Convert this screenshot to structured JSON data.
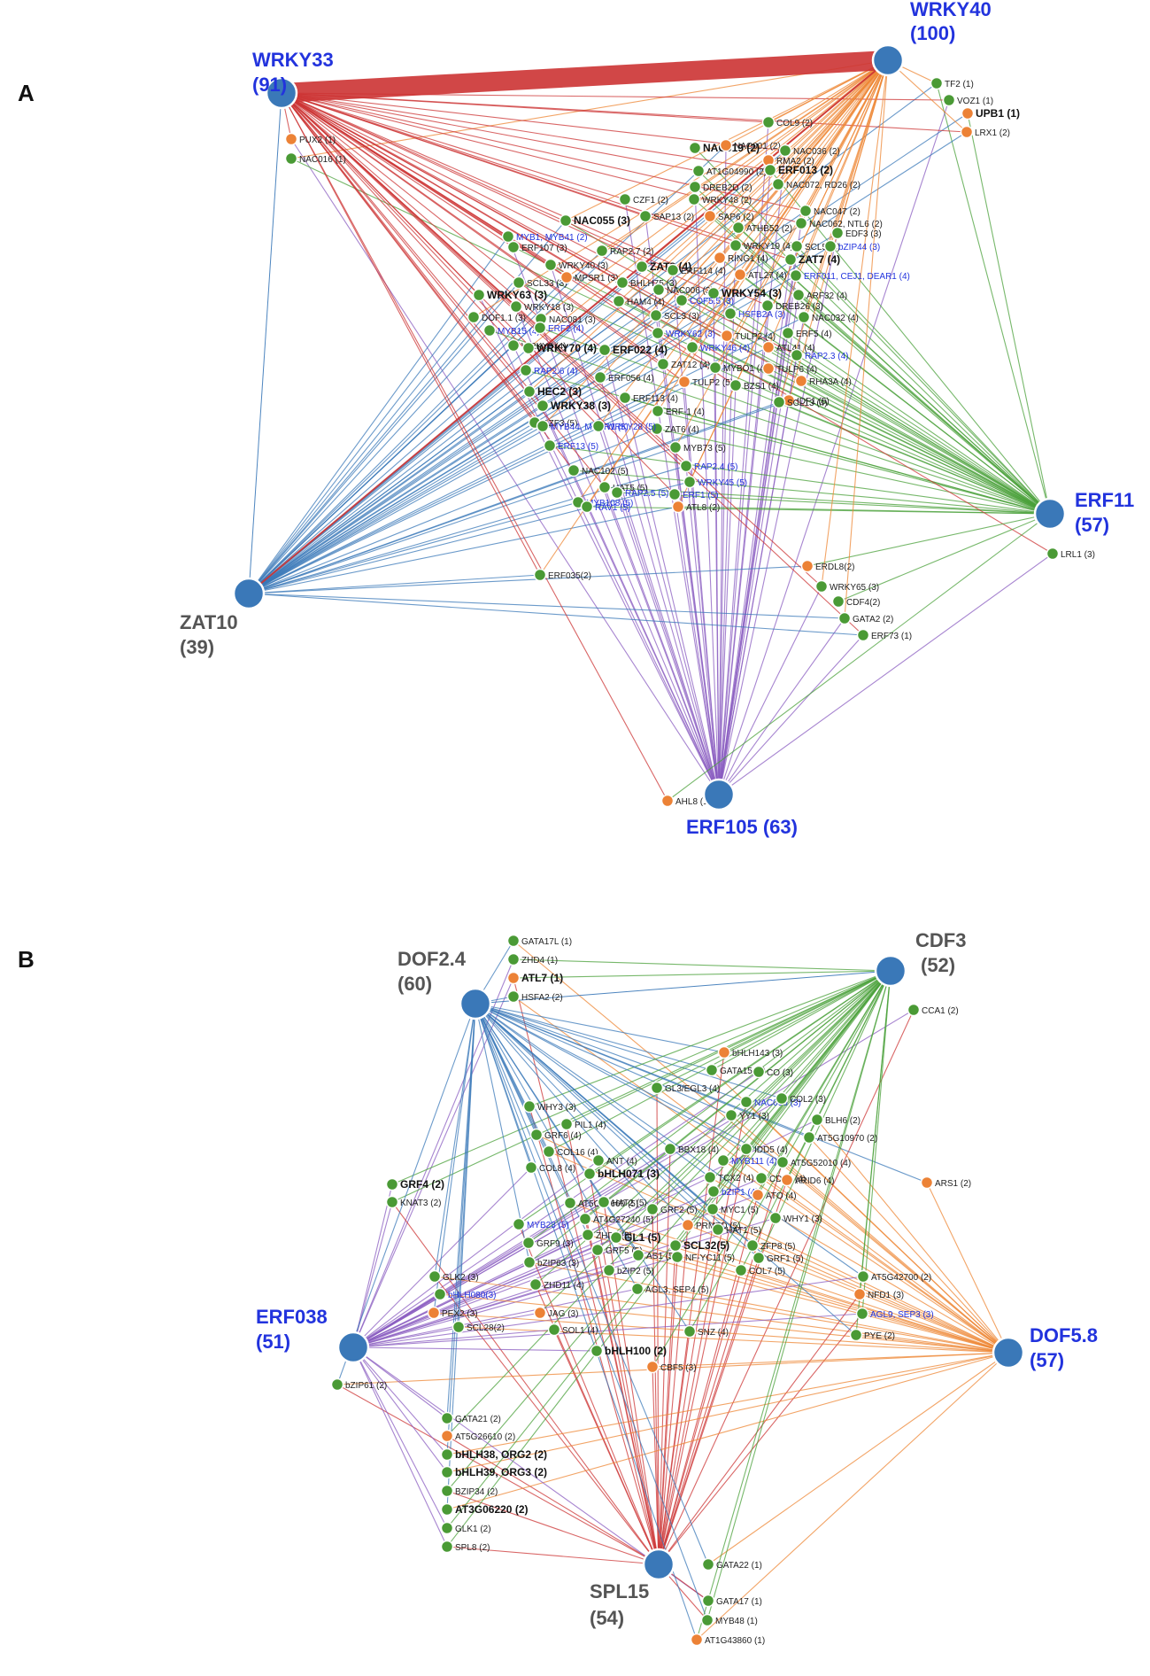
{
  "colors": {
    "hub": "#3a78b8",
    "target_green": "#4a9a35",
    "target_orange": "#ec8236",
    "label_blue": "#2233dd",
    "label_gray": "#555555",
    "edge_red": "#cc3333",
    "edge_blue": "#3a78b8",
    "edge_green": "#4aa03a",
    "edge_orange": "#ee8533",
    "edge_purple": "#8a5cc0"
  },
  "panels": [
    {
      "letter": "A",
      "hubs": [
        {
          "name": "WRKY33",
          "count": "(91)",
          "label_color": "blue",
          "edge": "red"
        },
        {
          "name": "WRKY40",
          "count": "(100)",
          "label_color": "blue",
          "edge": "orange"
        },
        {
          "name": "ERF11",
          "count": "(57)",
          "label_color": "blue",
          "edge": "green"
        },
        {
          "name": "ERF105 (63)",
          "count": "",
          "label_color": "blue",
          "edge": "purple"
        },
        {
          "name": "ZAT10",
          "count": "(39)",
          "label_color": "gray",
          "edge": "blue"
        }
      ],
      "targets": [
        {
          "label": "PUX2 (1)",
          "color": "orange"
        },
        {
          "label": "NAC016 (1)",
          "color": "green"
        },
        {
          "label": "TF2 (1)",
          "color": "green"
        },
        {
          "label": "VOZ1 (1)",
          "color": "green"
        },
        {
          "label": "UPB1 (1)",
          "color": "orange",
          "style": "bold"
        },
        {
          "label": "LRX1 (2)",
          "color": "orange"
        },
        {
          "label": "COL9 (2)",
          "color": "green"
        },
        {
          "label": "NAC019 (2)",
          "color": "green",
          "style": "bold"
        },
        {
          "label": "NAC001 (2)",
          "color": "orange"
        },
        {
          "label": "NAC036 (2)",
          "color": "green"
        },
        {
          "label": "AT1G04990 (2)",
          "color": "green"
        },
        {
          "label": "RMA2 (2)",
          "color": "orange"
        },
        {
          "label": "ERF013 (2)",
          "color": "green",
          "style": "bold"
        },
        {
          "label": "DREB2D (2)",
          "color": "green"
        },
        {
          "label": "NAC072, RD26 (2)",
          "color": "green"
        },
        {
          "label": "CZF1 (2)",
          "color": "green"
        },
        {
          "label": "WRKY48 (2)",
          "color": "green"
        },
        {
          "label": "NAC055 (3)",
          "color": "green",
          "style": "bold"
        },
        {
          "label": "SAP13 (2)",
          "color": "green"
        },
        {
          "label": "SAP6 (2)",
          "color": "orange"
        },
        {
          "label": "NAC047 (2)",
          "color": "green"
        },
        {
          "label": "NAC062, NTL6 (2)",
          "color": "green"
        },
        {
          "label": "ATHB52 (2)",
          "color": "green"
        },
        {
          "label": "EDF3 (3)",
          "color": "green"
        },
        {
          "label": "MYB1, MYB41 (2)",
          "color": "green",
          "style": "blue"
        },
        {
          "label": "ERF107 (3)",
          "color": "green"
        },
        {
          "label": "RAP2.7 (2)",
          "color": "green"
        },
        {
          "label": "WRKY19 (4)",
          "color": "green"
        },
        {
          "label": "SCL5 (4)",
          "color": "green"
        },
        {
          "label": "bZIP44 (3)",
          "color": "green",
          "style": "blue"
        },
        {
          "label": "WRKY40 (3)",
          "color": "green"
        },
        {
          "label": "ZAT8 (4)",
          "color": "green",
          "style": "bold"
        },
        {
          "label": "RING1 (4)",
          "color": "orange"
        },
        {
          "label": "ZAT7 (4)",
          "color": "green",
          "style": "bold"
        },
        {
          "label": "SCL33 (3)",
          "color": "green"
        },
        {
          "label": "MPSR1 (3)",
          "color": "orange"
        },
        {
          "label": "ERF114 (4)",
          "color": "green"
        },
        {
          "label": "ATL27 (4)",
          "color": "orange"
        },
        {
          "label": "ERF011, CEJ1, DEAR1 (4)",
          "color": "green",
          "style": "blue"
        },
        {
          "label": "WRKY63 (3)",
          "color": "green",
          "style": "bold"
        },
        {
          "label": "BHLH75 (3)",
          "color": "green"
        },
        {
          "label": "NAC006 (3)",
          "color": "green"
        },
        {
          "label": "WRKY54 (3)",
          "color": "green",
          "style": "bold"
        },
        {
          "label": "ARF32 (4)",
          "color": "green"
        },
        {
          "label": "DOF1.1 (3)",
          "color": "green"
        },
        {
          "label": "WRKY18 (3)",
          "color": "green"
        },
        {
          "label": "HAM4 (4)",
          "color": "green"
        },
        {
          "label": "COF5.5 (3)",
          "color": "green",
          "style": "blue"
        },
        {
          "label": "DREB26 (3)",
          "color": "green"
        },
        {
          "label": "MYB15 (4)",
          "color": "green",
          "style": "blue"
        },
        {
          "label": "NAC081 (3)",
          "color": "green"
        },
        {
          "label": "SCL3 (3)",
          "color": "green"
        },
        {
          "label": "HSFB2A (3)",
          "color": "green",
          "style": "blue"
        },
        {
          "label": "NAC032 (4)",
          "color": "green"
        },
        {
          "label": "WRKY8 (4)",
          "color": "green"
        },
        {
          "label": "ERF2 (4)",
          "color": "green",
          "style": "blue"
        },
        {
          "label": "WRKY62 (3)",
          "color": "green",
          "style": "blue"
        },
        {
          "label": "TULP2 (4)",
          "color": "orange"
        },
        {
          "label": "ERF5 (4)",
          "color": "green"
        },
        {
          "label": "WRKY70 (4)",
          "color": "green",
          "style": "bold"
        },
        {
          "label": "ERF022 (4)",
          "color": "green",
          "style": "bold"
        },
        {
          "label": "WRKY46 (4)",
          "color": "green",
          "style": "blue"
        },
        {
          "label": "ATL41 (4)",
          "color": "orange"
        },
        {
          "label": "RAP2.3 (4)",
          "color": "green",
          "style": "blue"
        },
        {
          "label": "RAP2.6 (4)",
          "color": "green",
          "style": "blue"
        },
        {
          "label": "ZAT12 (4)",
          "color": "green"
        },
        {
          "label": "MYBO1 (4)",
          "color": "green"
        },
        {
          "label": "TULP6 (4)",
          "color": "orange"
        },
        {
          "label": "ERF056 (4)",
          "color": "green"
        },
        {
          "label": "TULP2 (5)",
          "color": "orange"
        },
        {
          "label": "RHA3A (4)",
          "color": "orange"
        },
        {
          "label": "HEC2 (3)",
          "color": "green",
          "style": "bold"
        },
        {
          "label": "BZS1 (4)",
          "color": "green"
        },
        {
          "label": "ERF113 (4)",
          "color": "green"
        },
        {
          "label": "IDF1 (5)",
          "color": "orange"
        },
        {
          "label": "WRKY38 (3)",
          "color": "green",
          "style": "bold"
        },
        {
          "label": "ERF-1 (4)",
          "color": "green"
        },
        {
          "label": "SCL13 (4)",
          "color": "green"
        },
        {
          "label": "AZF3 (5)",
          "color": "green"
        },
        {
          "label": "ZAT6 (4)",
          "color": "green"
        },
        {
          "label": "MYB44, MYBR1 (5)",
          "color": "green",
          "style": "blue"
        },
        {
          "label": "WRKY28 (5)",
          "color": "green",
          "style": "blue"
        },
        {
          "label": "ERF13 (5)",
          "color": "green",
          "style": "blue"
        },
        {
          "label": "MYB73 (5)",
          "color": "green"
        },
        {
          "label": "RAP2.4 (5)",
          "color": "green",
          "style": "blue"
        },
        {
          "label": "NAC102 (5)",
          "color": "green"
        },
        {
          "label": "WRKY45 (5)",
          "color": "green",
          "style": "blue"
        },
        {
          "label": "HAT5 (5)",
          "color": "green"
        },
        {
          "label": "RAP2.5 (5)",
          "color": "green",
          "style": "blue"
        },
        {
          "label": "MYB108 (5)",
          "color": "green",
          "style": "blue"
        },
        {
          "label": "ERF1 (5)",
          "color": "green",
          "style": "blue"
        },
        {
          "label": "RAV1 (5)",
          "color": "green",
          "style": "blue"
        },
        {
          "label": "ATL8 (2)",
          "color": "orange"
        },
        {
          "label": "LRL1 (3)",
          "color": "green"
        },
        {
          "label": "ERDL8(2)",
          "color": "orange"
        },
        {
          "label": "ERF035(2)",
          "color": "green"
        },
        {
          "label": "WRKY65 (3)",
          "color": "green"
        },
        {
          "label": "CDF4(2)",
          "color": "green"
        },
        {
          "label": "GATA2 (2)",
          "color": "green"
        },
        {
          "label": "ERF73 (1)",
          "color": "green"
        },
        {
          "label": "AHL8 (1)",
          "color": "orange"
        }
      ]
    },
    {
      "letter": "B",
      "hubs": [
        {
          "name": "DOF2.4",
          "count": "(60)",
          "label_color": "gray",
          "edge": "blue"
        },
        {
          "name": "CDF3",
          "count": "(52)",
          "label_color": "gray",
          "edge": "green"
        },
        {
          "name": "ERF038",
          "count": "(51)",
          "label_color": "blue",
          "edge": "purple"
        },
        {
          "name": "DOF5.8",
          "count": "(57)",
          "label_color": "blue",
          "edge": "orange"
        },
        {
          "name": "SPL15",
          "count": "(54)",
          "label_color": "gray",
          "edge": "red"
        }
      ],
      "targets": [
        {
          "label": "GATA17L (1)",
          "color": "green"
        },
        {
          "label": "ZHD4 (1)",
          "color": "green"
        },
        {
          "label": "ATL7 (1)",
          "color": "orange",
          "style": "bold"
        },
        {
          "label": "HSFA2 (2)",
          "color": "green"
        },
        {
          "label": "CCA1 (2)",
          "color": "green"
        },
        {
          "label": "bHLH143 (3)",
          "color": "orange"
        },
        {
          "label": "GATA15 (3)",
          "color": "green"
        },
        {
          "label": "CO (3)",
          "color": "green"
        },
        {
          "label": "GL3/EGL3 (4)",
          "color": "green"
        },
        {
          "label": "NAC096 (3)",
          "color": "green",
          "style": "blue"
        },
        {
          "label": "COL2 (3)",
          "color": "green"
        },
        {
          "label": "WHY3 (3)",
          "color": "green"
        },
        {
          "label": "YY1 (3)",
          "color": "green"
        },
        {
          "label": "BLH6 (2)",
          "color": "green"
        },
        {
          "label": "PIL1 (4)",
          "color": "green"
        },
        {
          "label": "AT5G10970 (2)",
          "color": "green"
        },
        {
          "label": "GRF4 (2)",
          "color": "green",
          "style": "bold"
        },
        {
          "label": "KNAT3 (2)",
          "color": "green"
        },
        {
          "label": "GRF6 (4)",
          "color": "green"
        },
        {
          "label": "BBX18 (4)",
          "color": "green"
        },
        {
          "label": "IDD5 (4)",
          "color": "green"
        },
        {
          "label": "COL16 (4)",
          "color": "green"
        },
        {
          "label": "ANT (4)",
          "color": "green"
        },
        {
          "label": "MYB111 (4)",
          "color": "green",
          "style": "blue"
        },
        {
          "label": "AT5G52010 (4)",
          "color": "green"
        },
        {
          "label": "COL8 (4)",
          "color": "green"
        },
        {
          "label": "bHLH071 (3)",
          "color": "green",
          "style": "bold"
        },
        {
          "label": "TCX2 (4)",
          "color": "green"
        },
        {
          "label": "CDF1 (4)",
          "color": "green"
        },
        {
          "label": "ARID6 (4)",
          "color": "orange"
        },
        {
          "label": "ARS1 (2)",
          "color": "orange"
        },
        {
          "label": "bZIP1 (4)",
          "color": "green",
          "style": "blue"
        },
        {
          "label": "ATO (4)",
          "color": "orange"
        },
        {
          "label": "AT5G47660 (5)",
          "color": "green"
        },
        {
          "label": "HAT2 (5)",
          "color": "green"
        },
        {
          "label": "GRF2 (5)",
          "color": "green"
        },
        {
          "label": "MYC1 (5)",
          "color": "green"
        },
        {
          "label": "WHY1 (3)",
          "color": "green"
        },
        {
          "label": "AT4G27240 (5)",
          "color": "green"
        },
        {
          "label": "PRMTD (5)",
          "color": "orange"
        },
        {
          "label": "HAT1 (5)",
          "color": "green"
        },
        {
          "label": "MYB23 (5)",
          "color": "green",
          "style": "blue"
        },
        {
          "label": "ZHD2 (5)",
          "color": "green"
        },
        {
          "label": "GL1 (5)",
          "color": "green",
          "style": "bold"
        },
        {
          "label": "SCL32(5)",
          "color": "green",
          "style": "bold"
        },
        {
          "label": "ZFP8 (5)",
          "color": "green"
        },
        {
          "label": "GRF9 (3)",
          "color": "green"
        },
        {
          "label": "GRF5 (5)",
          "color": "green"
        },
        {
          "label": "AS1 (5)",
          "color": "green"
        },
        {
          "label": "NF-YC11 (5)",
          "color": "green"
        },
        {
          "label": "GRF1 (5)",
          "color": "green"
        },
        {
          "label": "bZIP63 (3)",
          "color": "green"
        },
        {
          "label": "bZIP2 (5)",
          "color": "green"
        },
        {
          "label": "COL7 (5)",
          "color": "green"
        },
        {
          "label": "GLK2 (3)",
          "color": "green"
        },
        {
          "label": "AT5G42700 (2)",
          "color": "green"
        },
        {
          "label": "ZHD11 (4)",
          "color": "green"
        },
        {
          "label": "AGL3, SEP4 (5)",
          "color": "green"
        },
        {
          "label": "bHLH080(3)",
          "color": "green",
          "style": "blue"
        },
        {
          "label": "NFD1 (3)",
          "color": "orange"
        },
        {
          "label": "PEX2 (3)",
          "color": "orange"
        },
        {
          "label": "JAG (3)",
          "color": "orange"
        },
        {
          "label": "AGL9, SEP3 (3)",
          "color": "green",
          "style": "blue"
        },
        {
          "label": "SCL28(2)",
          "color": "green"
        },
        {
          "label": "SOL1 (4)",
          "color": "green"
        },
        {
          "label": "SNZ (4)",
          "color": "green"
        },
        {
          "label": "PYE (2)",
          "color": "green"
        },
        {
          "label": "bHLH100 (2)",
          "color": "green",
          "style": "bold"
        },
        {
          "label": "CBF5 (3)",
          "color": "orange"
        },
        {
          "label": "bZIP61 (2)",
          "color": "green"
        },
        {
          "label": "GATA21 (2)",
          "color": "green"
        },
        {
          "label": "AT5G26610 (2)",
          "color": "orange"
        },
        {
          "label": "bHLH38, ORG2 (2)",
          "color": "green",
          "style": "bold"
        },
        {
          "label": "bHLH39, ORG3 (2)",
          "color": "green",
          "style": "bold"
        },
        {
          "label": "BZIP34 (2)",
          "color": "green"
        },
        {
          "label": "AT3G06220 (2)",
          "color": "green",
          "style": "bold"
        },
        {
          "label": "GLK1 (2)",
          "color": "green"
        },
        {
          "label": "SPL8 (2)",
          "color": "green"
        },
        {
          "label": "GATA22 (1)",
          "color": "green"
        },
        {
          "label": "GATA17 (1)",
          "color": "green"
        },
        {
          "label": "MYB48 (1)",
          "color": "green"
        },
        {
          "label": "AT1G43860 (1)",
          "color": "orange"
        }
      ]
    }
  ]
}
